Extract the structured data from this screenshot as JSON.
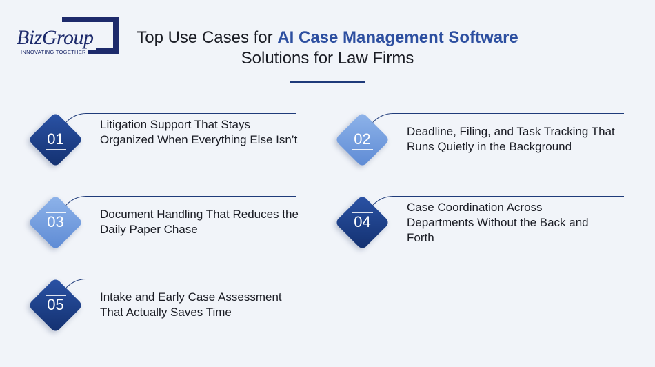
{
  "logo": {
    "wordmark": "BizGroup",
    "tagline": "INNOVATING TOGETHER"
  },
  "heading": {
    "part1": "Top Use Cases for ",
    "highlight": "AI Case Management Software",
    "line2": "Solutions for Law Firms"
  },
  "items": [
    {
      "number": "01",
      "text": "Litigation Support That Stays Organized When Everything Else Isn’t"
    },
    {
      "number": "02",
      "text": "Deadline, Filing, and Task Tracking That Runs Quietly in the Background"
    },
    {
      "number": "03",
      "text": "Document Handling That Reduces the Daily Paper Chase"
    },
    {
      "number": "04",
      "text": "Case Coordination Across Departments Without the Back and Forth"
    },
    {
      "number": "05",
      "text": "Intake and Early Case Assessment That Actually Saves Time"
    }
  ],
  "colors": {
    "dark_diamond": "#1f3f8c",
    "light_diamond": "#7aa3e0",
    "accent_text": "#2d4fa0",
    "background": "#f1f4f9"
  }
}
